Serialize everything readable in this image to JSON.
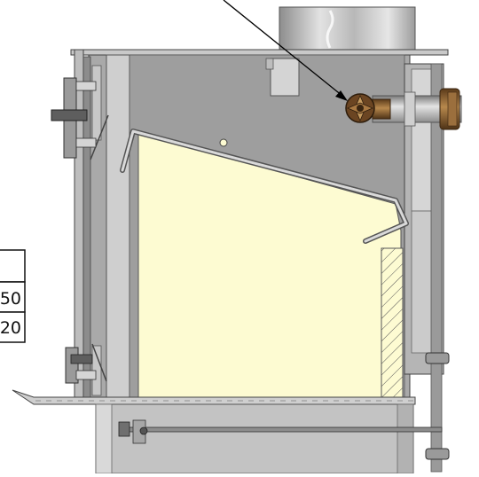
{
  "figure": {
    "kind": "stove cross-section drawing",
    "table_cells": [
      {
        "text": "50"
      },
      {
        "text": "20"
      }
    ],
    "colors": {
      "firebox_fill": "#fdfbd2",
      "metal_dark": "#6f6f6f",
      "metal_mid": "#9b9b9b",
      "metal_light": "#d9d9d9",
      "valve_brass": "#8a5a2b",
      "arrow": "#000000"
    }
  }
}
